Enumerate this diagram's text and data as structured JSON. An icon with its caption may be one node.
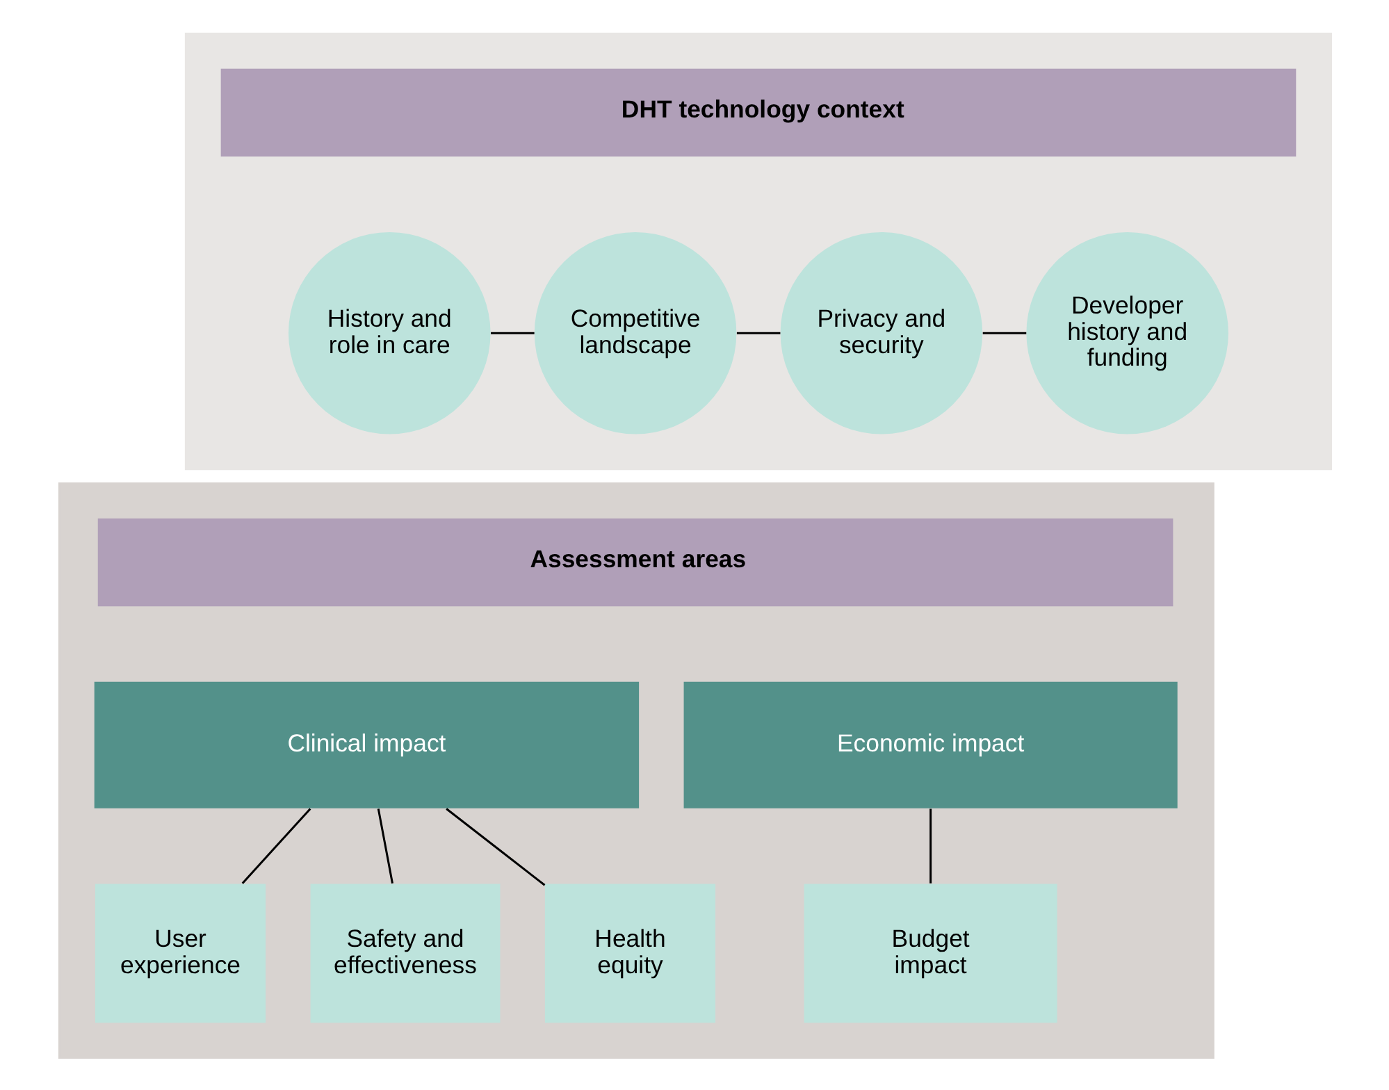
{
  "diagram": {
    "nodes": [
      {
        "text": [],
        "shape": "box"
      },
      {
        "text": [
          "DHT technology context"
        ],
        "in": 0
      },
      {
        "text": [
          "History and role in care"
        ],
        "in": 0
      },
      {
        "text": [
          "Competitive landscape"
        ],
        "in": 0
      },
      {
        "text": [
          "Privacy and security"
        ],
        "in": 0
      },
      {
        "text": [
          "Developer history and funding"
        ],
        "in": 0
      },
      {
        "text": [],
        "shape": "box"
      },
      {
        "text": [
          "Assessment areas"
        ],
        "in": 6
      },
      {
        "text": [
          "Clinical impact"
        ],
        "in": 6
      },
      {
        "text": [
          "Economic impact"
        ],
        "in": 6
      },
      {
        "text": [
          "User experience"
        ],
        "in": 6
      },
      {
        "text": [
          "Safety and effectiveness"
        ],
        "in": 6
      },
      {
        "text": [
          "Health equity"
        ],
        "in": 6
      },
      {
        "text": [
          "Budget impact"
        ],
        "in": 6
      }
    ],
    "edges": [
      {
        "from": 2,
        "to": 3,
        "arrow": "none"
      },
      {
        "from": 3,
        "to": 4,
        "arrow": "none"
      },
      {
        "from": 4,
        "to": 5,
        "arrow": "none"
      },
      {
        "from": 8,
        "to": 10,
        "arrow": "none"
      },
      {
        "from": 8,
        "to": 11,
        "arrow": "none"
      },
      {
        "from": 8,
        "to": 12,
        "arrow": "none"
      },
      {
        "from": 9,
        "to": 13,
        "arrow": "none"
      }
    ]
  }
}
